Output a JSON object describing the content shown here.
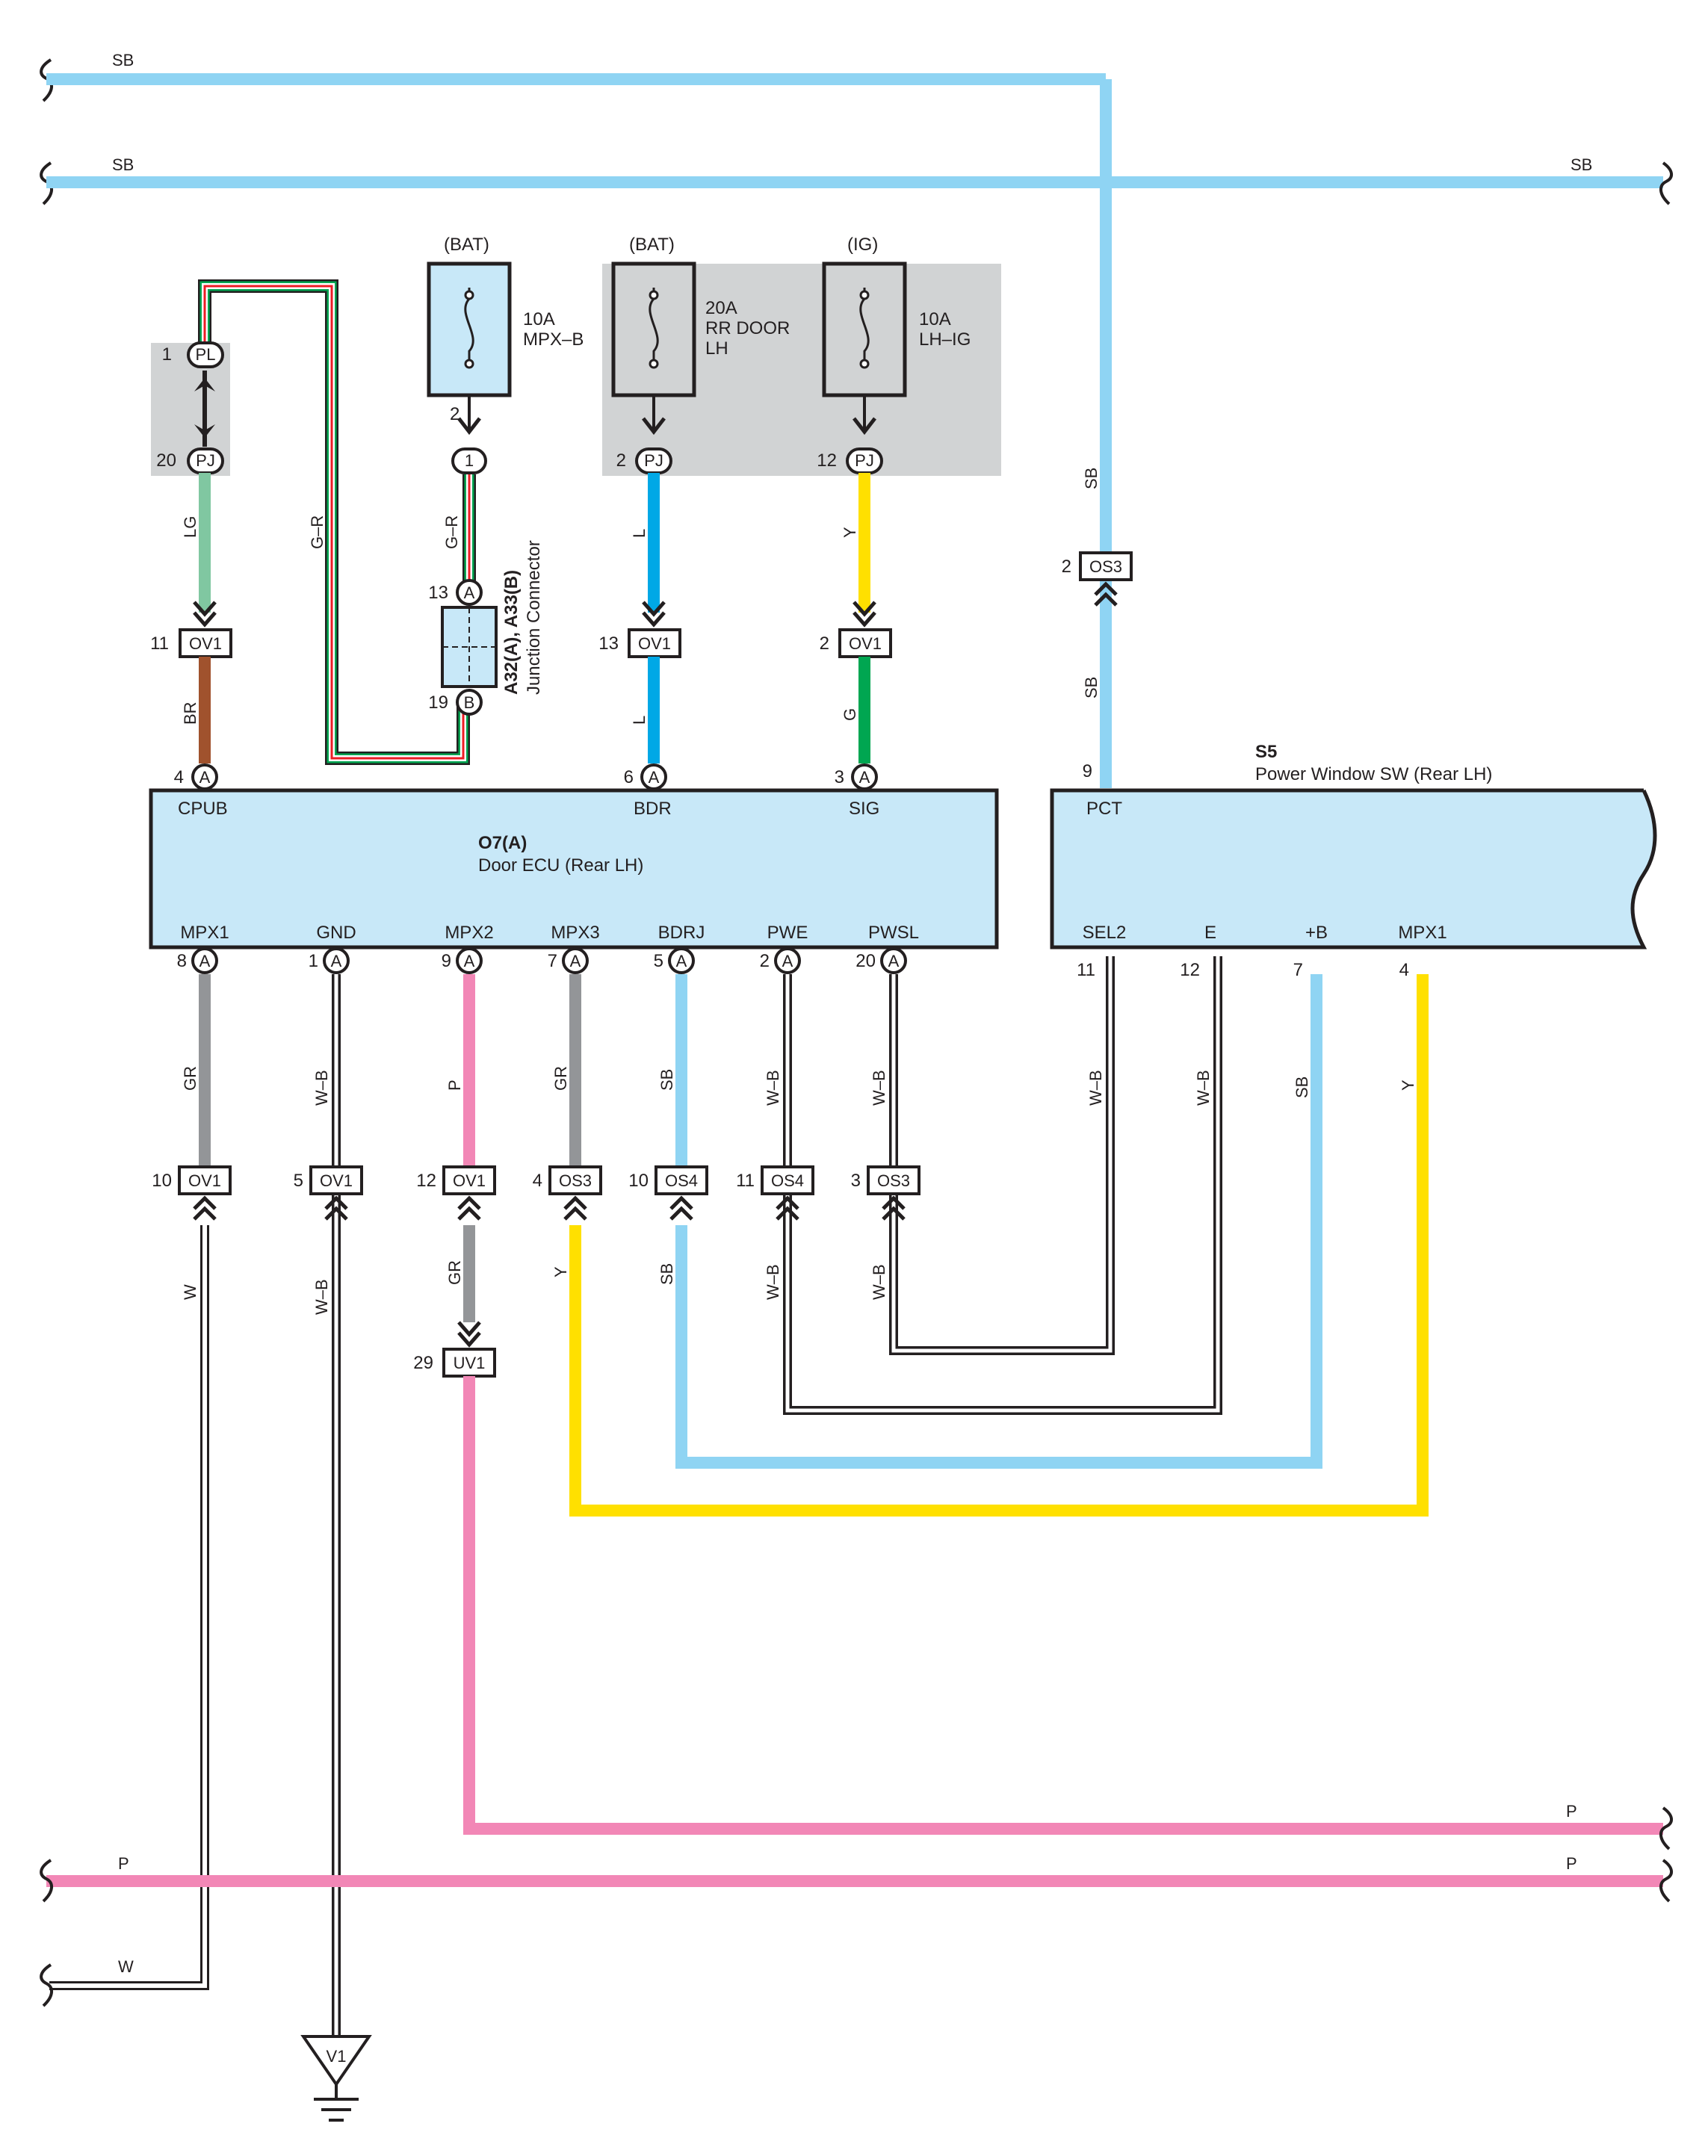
{
  "colors": {
    "SB": "#8fd4f3",
    "L": "#00a8e6",
    "Y": "#ffe000",
    "G": "#00a651",
    "LG": "#80c7a1",
    "BR": "#a0522d",
    "GR": "#939598",
    "P": "#f287b6",
    "panel": "#d1d3d4",
    "ecu": "#c8e8f8",
    "fuse": "#c8e8f8"
  },
  "bus": {
    "top1": "SB",
    "top2": "SB",
    "top2_right": "SB",
    "p1_right": "P",
    "p2_left": "P",
    "p2_right": "P",
    "w_left": "W"
  },
  "fuses": [
    {
      "supply": "(BAT)",
      "amp": "10A",
      "name": "MPX–B",
      "name2": "",
      "pin": "2"
    },
    {
      "supply": "(BAT)",
      "amp": "20A",
      "name": "RR DOOR",
      "name2": "LH",
      "pin": ""
    },
    {
      "supply": "(IG)",
      "amp": "10A",
      "name": "LH–IG",
      "name2": "",
      "pin": ""
    }
  ],
  "junction": {
    "id": "A32(A), A33(B)",
    "desc": "Junction Connector",
    "pin_a": "13",
    "pin_b": "19",
    "conn_a": "A",
    "conn_b": "B"
  },
  "upper_connectors": {
    "pl": {
      "pin": "1",
      "name": "PL"
    },
    "pj1": {
      "pin": "20",
      "name": "PJ"
    },
    "fuse_one": {
      "name": "1"
    },
    "pj2": {
      "pin": "2",
      "name": "PJ"
    },
    "pj3": {
      "pin": "12",
      "name": "PJ"
    },
    "ov1_a": {
      "pin": "11",
      "name": "OV1"
    },
    "ov1_b": {
      "pin": "13",
      "name": "OV1"
    },
    "ov1_c": {
      "pin": "2",
      "name": "OV1"
    },
    "os3_top": {
      "pin": "2",
      "name": "OS3"
    }
  },
  "upper_wires": {
    "lg": "LG",
    "gr1": "G–R",
    "gr2": "G–R",
    "l1": "L",
    "l2": "L",
    "y": "Y",
    "g": "G",
    "br": "BR",
    "sb1": "SB",
    "sb2": "SB"
  },
  "ecu": {
    "id": "O7(A)",
    "name": "Door ECU (Rear LH)",
    "top_pins": [
      {
        "num": "4",
        "conn": "A",
        "label": "CPUB"
      },
      {
        "num": "6",
        "conn": "A",
        "label": "BDR"
      },
      {
        "num": "3",
        "conn": "A",
        "label": "SIG"
      }
    ],
    "bottom_pins": [
      {
        "num": "8",
        "conn": "A",
        "label": "MPX1",
        "wire": "GR",
        "below_wire": "W",
        "jc_pin": "10",
        "jc": "OV1"
      },
      {
        "num": "1",
        "conn": "A",
        "label": "GND",
        "wire": "W–B",
        "below_wire": "W–B",
        "jc_pin": "5",
        "jc": "OV1"
      },
      {
        "num": "9",
        "conn": "A",
        "label": "MPX2",
        "wire": "P",
        "below_wire": "GR",
        "jc_pin": "12",
        "jc": "OV1"
      },
      {
        "num": "7",
        "conn": "A",
        "label": "MPX3",
        "wire": "GR",
        "below_wire": "Y",
        "jc_pin": "4",
        "jc": "OS3"
      },
      {
        "num": "5",
        "conn": "A",
        "label": "BDRJ",
        "wire": "SB",
        "below_wire": "SB",
        "jc_pin": "10",
        "jc": "OS4"
      },
      {
        "num": "2",
        "conn": "A",
        "label": "PWE",
        "wire": "W–B",
        "below_wire": "W–B",
        "jc_pin": "11",
        "jc": "OS4"
      },
      {
        "num": "20",
        "conn": "A",
        "label": "PWSL",
        "wire": "W–B",
        "below_wire": "W–B",
        "jc_pin": "3",
        "jc": "OS3"
      }
    ]
  },
  "uv1": {
    "pin": "29",
    "name": "UV1"
  },
  "ground": {
    "name": "V1"
  },
  "sw": {
    "id": "S5",
    "name": "Power Window SW (Rear LH)",
    "top_pin": {
      "num": "9",
      "label": "PCT"
    },
    "bottom_pins": [
      {
        "num": "11",
        "label": "SEL2",
        "wire": "W–B"
      },
      {
        "num": "12",
        "label": "E",
        "wire": "W–B"
      },
      {
        "num": "7",
        "label": "+B",
        "wire": "SB"
      },
      {
        "num": "4",
        "label": "MPX1",
        "wire": "Y"
      }
    ]
  }
}
